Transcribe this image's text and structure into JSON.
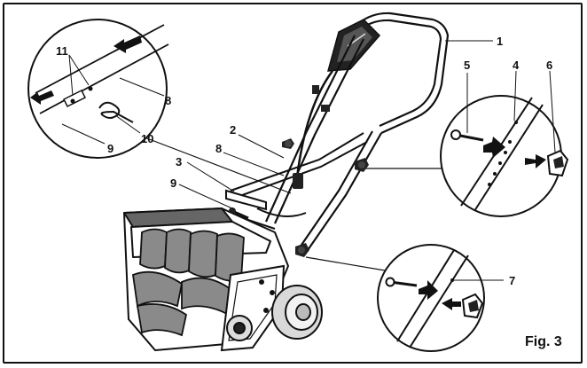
{
  "figure": {
    "caption": "Fig. 3",
    "callouts": {
      "c1": "1",
      "c2": "2",
      "c3": "3",
      "c4": "4",
      "c5": "5",
      "c6": "6",
      "c7": "7",
      "c8_main": "8",
      "c8_inset": "8",
      "c9_main": "9",
      "c9_inset": "9",
      "c10": "10",
      "c11": "11"
    }
  }
}
